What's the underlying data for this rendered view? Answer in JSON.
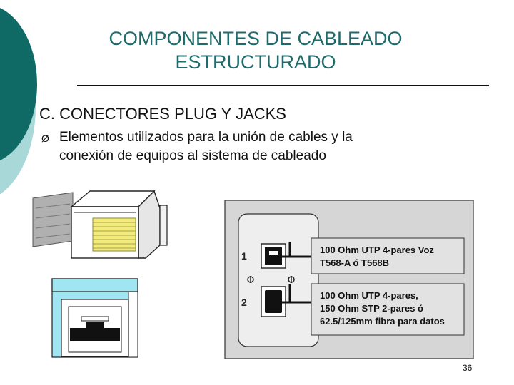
{
  "slide": {
    "title_line1": "COMPONENTES DE CABLEADO",
    "title_line2": "ESTRUCTURADO",
    "subtitle": "C. CONECTORES PLUG Y JACKS",
    "bullet_symbol": "Ø",
    "bullet_line1": "Elementos utilizados para la unión de cables y la",
    "bullet_line2": "conexión de equipos al sistema de cableado",
    "page_number": "36"
  },
  "faceplate": {
    "port1_number": "1",
    "port2_number": "2",
    "label1_line1": "100 Ohm UTP 4-pares Voz",
    "label1_line2": "T568-A ó T568B",
    "label2_line1": "100 Ohm UTP 4-pares,",
    "label2_line2": "150 Ohm STP 2-pares ó",
    "label2_line3": "62.5/125mm fibra para datos"
  },
  "colors": {
    "title": "#1f6b6b",
    "decor_dark": "#0f6a66",
    "decor_light": "#a9d8d8",
    "jack_blue": "#9fe6f2",
    "plug_contacts": "#f4ec7a",
    "faceplate_panel": "#d6d6d6"
  }
}
